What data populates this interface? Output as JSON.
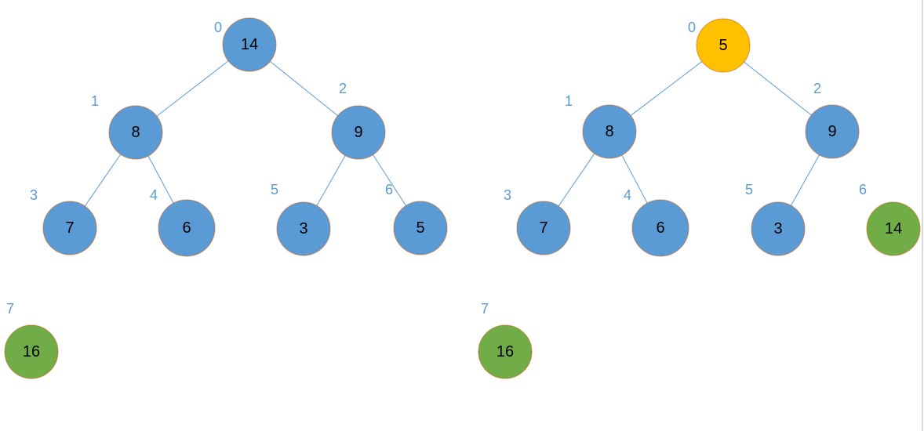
{
  "colors": {
    "default": "#5b9bd5",
    "swapped_root": "#ffc000",
    "sorted": "#70ad47",
    "edge": "#5b9bd5",
    "index_label": "#5b9bd5"
  },
  "trees": [
    {
      "nodes": [
        {
          "index": "0",
          "value": "14",
          "state": "default"
        },
        {
          "index": "1",
          "value": "8",
          "state": "default"
        },
        {
          "index": "2",
          "value": "9",
          "state": "default"
        },
        {
          "index": "3",
          "value": "7",
          "state": "default"
        },
        {
          "index": "4",
          "value": "6",
          "state": "default"
        },
        {
          "index": "5",
          "value": "3",
          "state": "default"
        },
        {
          "index": "6",
          "value": "5",
          "state": "default"
        },
        {
          "index": "7",
          "value": "16",
          "state": "sorted"
        }
      ],
      "edges": [
        [
          0,
          1
        ],
        [
          0,
          2
        ],
        [
          1,
          3
        ],
        [
          1,
          4
        ],
        [
          2,
          5
        ],
        [
          2,
          6
        ]
      ]
    },
    {
      "nodes": [
        {
          "index": "0",
          "value": "5",
          "state": "swapped_root"
        },
        {
          "index": "1",
          "value": "8",
          "state": "default"
        },
        {
          "index": "2",
          "value": "9",
          "state": "default"
        },
        {
          "index": "3",
          "value": "7",
          "state": "default"
        },
        {
          "index": "4",
          "value": "6",
          "state": "default"
        },
        {
          "index": "5",
          "value": "3",
          "state": "default"
        },
        {
          "index": "6",
          "value": "14",
          "state": "sorted"
        },
        {
          "index": "7",
          "value": "16",
          "state": "sorted"
        }
      ],
      "edges": [
        [
          0,
          1
        ],
        [
          0,
          2
        ],
        [
          1,
          3
        ],
        [
          1,
          4
        ],
        [
          2,
          5
        ]
      ]
    }
  ]
}
